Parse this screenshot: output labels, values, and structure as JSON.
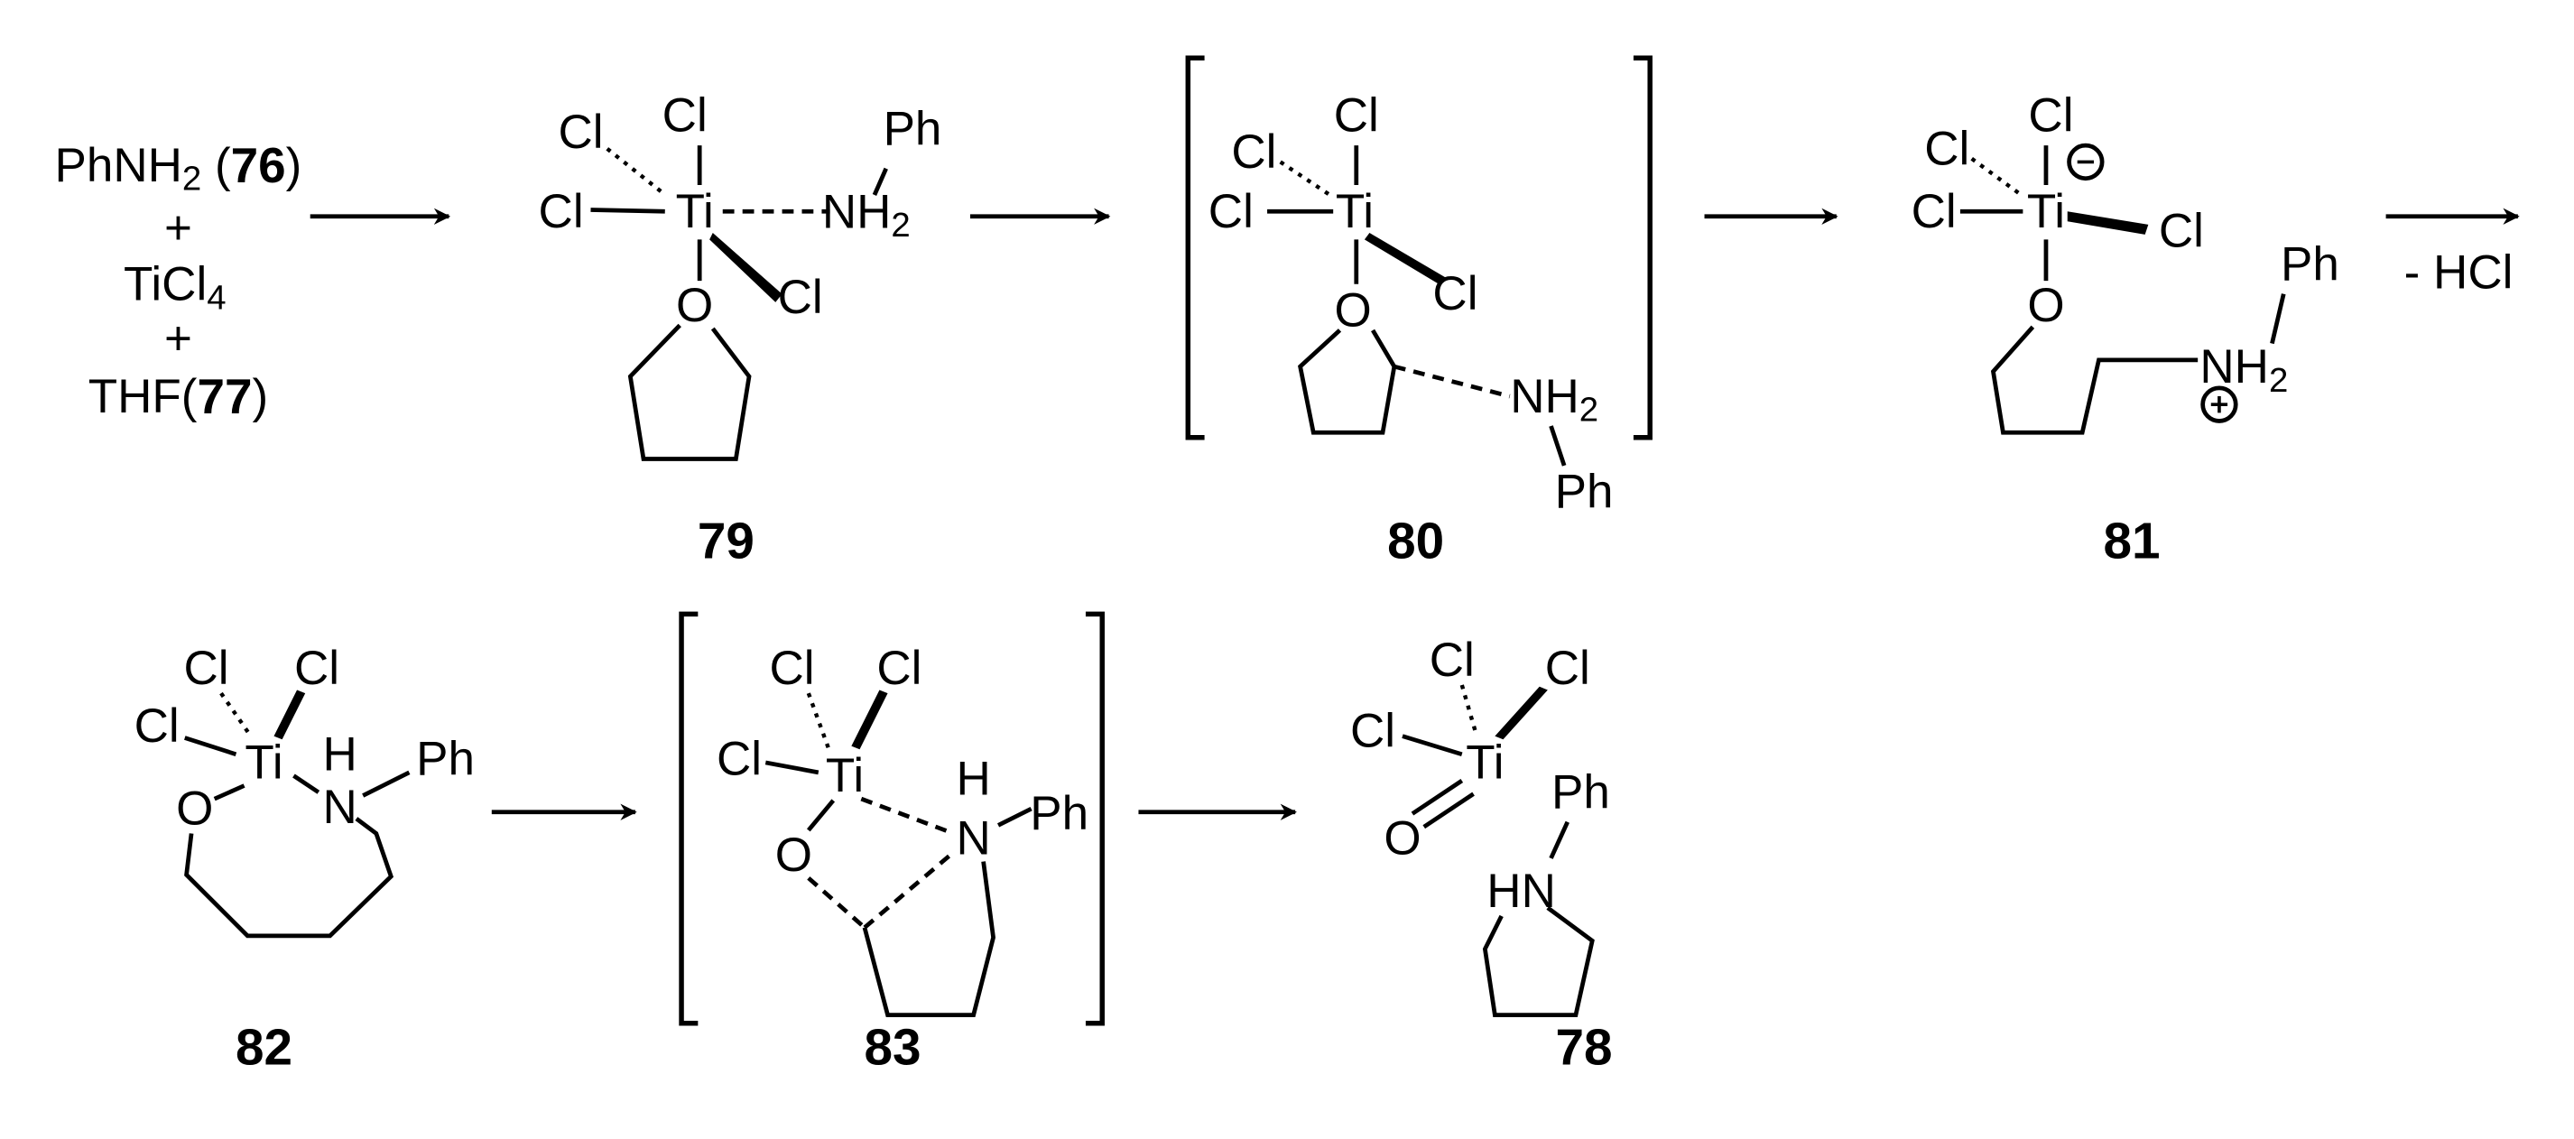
{
  "reagents": {
    "aniline": "PhNH",
    "aniline_sub": "2",
    "aniline_num": "76",
    "plus": "+",
    "ticl4": "TiCl",
    "ticl4_sub": "4",
    "thf": "THF",
    "thf_num": "77",
    "open_paren": "(",
    "close_paren": ")"
  },
  "atoms": {
    "Cl": "Cl",
    "Ti": "Ti",
    "O": "O",
    "N": "N",
    "H": "H",
    "NH": "NH",
    "HN": "HN",
    "Ph": "Ph",
    "sub2": "2",
    "minus": "−",
    "plus": "+"
  },
  "arrow_label": "- HCl",
  "compounds": {
    "c79": "79",
    "c80": "80",
    "c81": "81",
    "c82": "82",
    "c83": "83",
    "c78": "78"
  }
}
